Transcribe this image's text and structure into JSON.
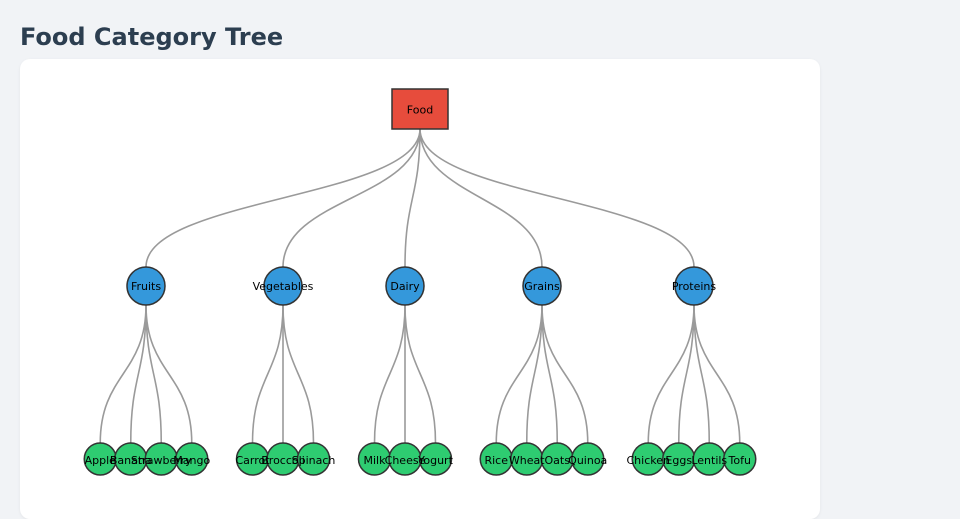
{
  "page": {
    "title": "Food Category Tree"
  },
  "colors": {
    "root": "#e74c3c",
    "category": "#3498db",
    "leaf": "#2ecc71",
    "link": "#9a9a9a",
    "stroke": "#333333"
  },
  "tree": {
    "name": "Food",
    "children": [
      {
        "name": "Fruits",
        "children": [
          {
            "name": "Apple"
          },
          {
            "name": "Banana"
          },
          {
            "name": "Strawberry"
          },
          {
            "name": "Mango"
          }
        ]
      },
      {
        "name": "Vegetables",
        "children": [
          {
            "name": "Carrot"
          },
          {
            "name": "Broccoli"
          },
          {
            "name": "Spinach"
          }
        ]
      },
      {
        "name": "Dairy",
        "children": [
          {
            "name": "Milk"
          },
          {
            "name": "Cheese"
          },
          {
            "name": "Yogurt"
          }
        ]
      },
      {
        "name": "Grains",
        "children": [
          {
            "name": "Rice"
          },
          {
            "name": "Wheat"
          },
          {
            "name": "Oats"
          },
          {
            "name": "Quinoa"
          }
        ]
      },
      {
        "name": "Proteins",
        "children": [
          {
            "name": "Chicken"
          },
          {
            "name": "Eggs"
          },
          {
            "name": "Lentils"
          },
          {
            "name": "Tofu"
          }
        ]
      }
    ]
  }
}
